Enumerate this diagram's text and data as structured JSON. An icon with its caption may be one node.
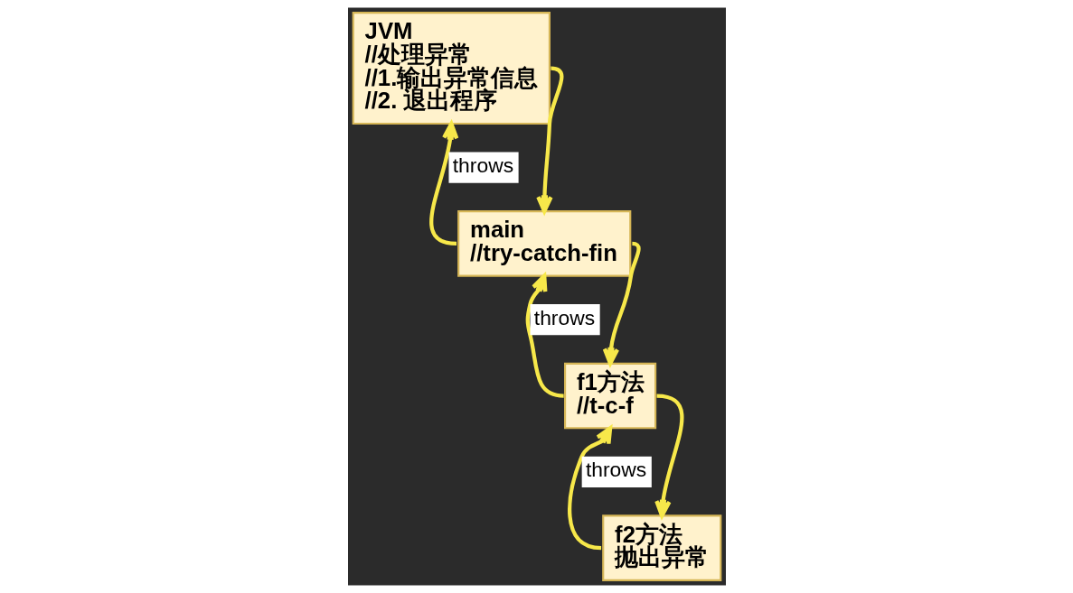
{
  "diagram": {
    "nodes": [
      {
        "text": [
          "JVM",
          "//处理异常",
          "//1.输出异常信息",
          "//2. 退出程序"
        ]
      },
      {
        "text": [
          "main",
          "//try-catch-fin"
        ]
      },
      {
        "text": [
          "f1方法",
          "//t-c-f"
        ]
      },
      {
        "text": [
          "f2方法",
          "抛出异常"
        ]
      }
    ],
    "edges": [
      {
        "from": 0,
        "to": 1,
        "arrow": "to"
      },
      {
        "from": 1,
        "to": 2,
        "arrow": "to"
      },
      {
        "from": 2,
        "to": 3,
        "arrow": "to"
      },
      {
        "from": 3,
        "to": 2,
        "arrow": "to",
        "label": "throws"
      },
      {
        "from": 2,
        "to": 1,
        "arrow": "to",
        "label": "throws"
      },
      {
        "from": 1,
        "to": 0,
        "arrow": "to",
        "label": "throws"
      }
    ]
  }
}
